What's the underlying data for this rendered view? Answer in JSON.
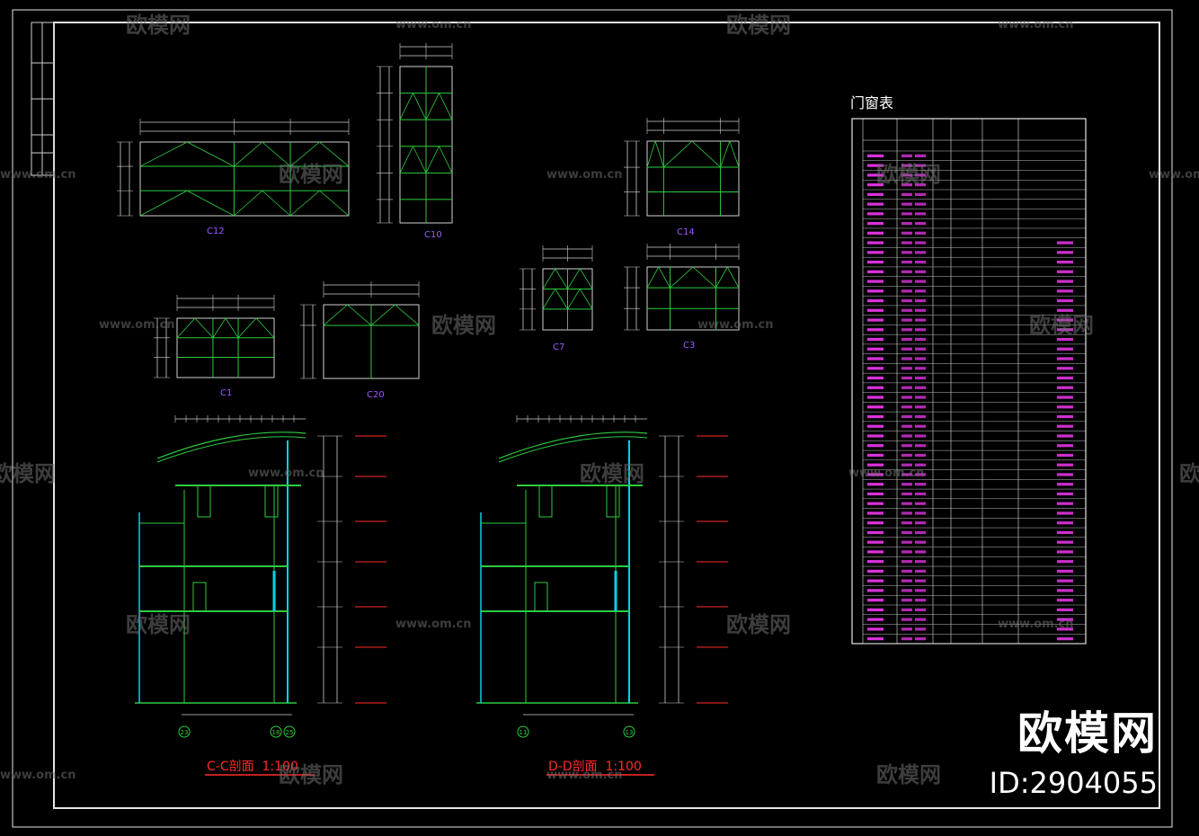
{
  "colors": {
    "background": "#000000",
    "frame": "#e6e6e6",
    "green": "#2ecc40",
    "cyan": "#00d4e6",
    "magenta": "#ff3bff",
    "red": "#ff2a2a",
    "purple": "#9b59ff",
    "dim": "#8a8a8a"
  },
  "table": {
    "title": "门窗表",
    "rows": 51
  },
  "elevations": [
    {
      "label": "C12"
    },
    {
      "label": "C10"
    },
    {
      "label": "C14"
    },
    {
      "label": "C1"
    },
    {
      "label": "C20"
    },
    {
      "label": "C7"
    },
    {
      "label": "C3"
    }
  ],
  "sections": [
    {
      "title": "C-C剖面  1:100",
      "grid": [
        "23",
        "18",
        "25"
      ]
    },
    {
      "title": "D-D剖面  1:100",
      "grid": [
        "11",
        "13"
      ]
    }
  ],
  "watermark": {
    "brand": "欧模网",
    "url": "www.om.cn",
    "id_text": "ID:2904055"
  }
}
